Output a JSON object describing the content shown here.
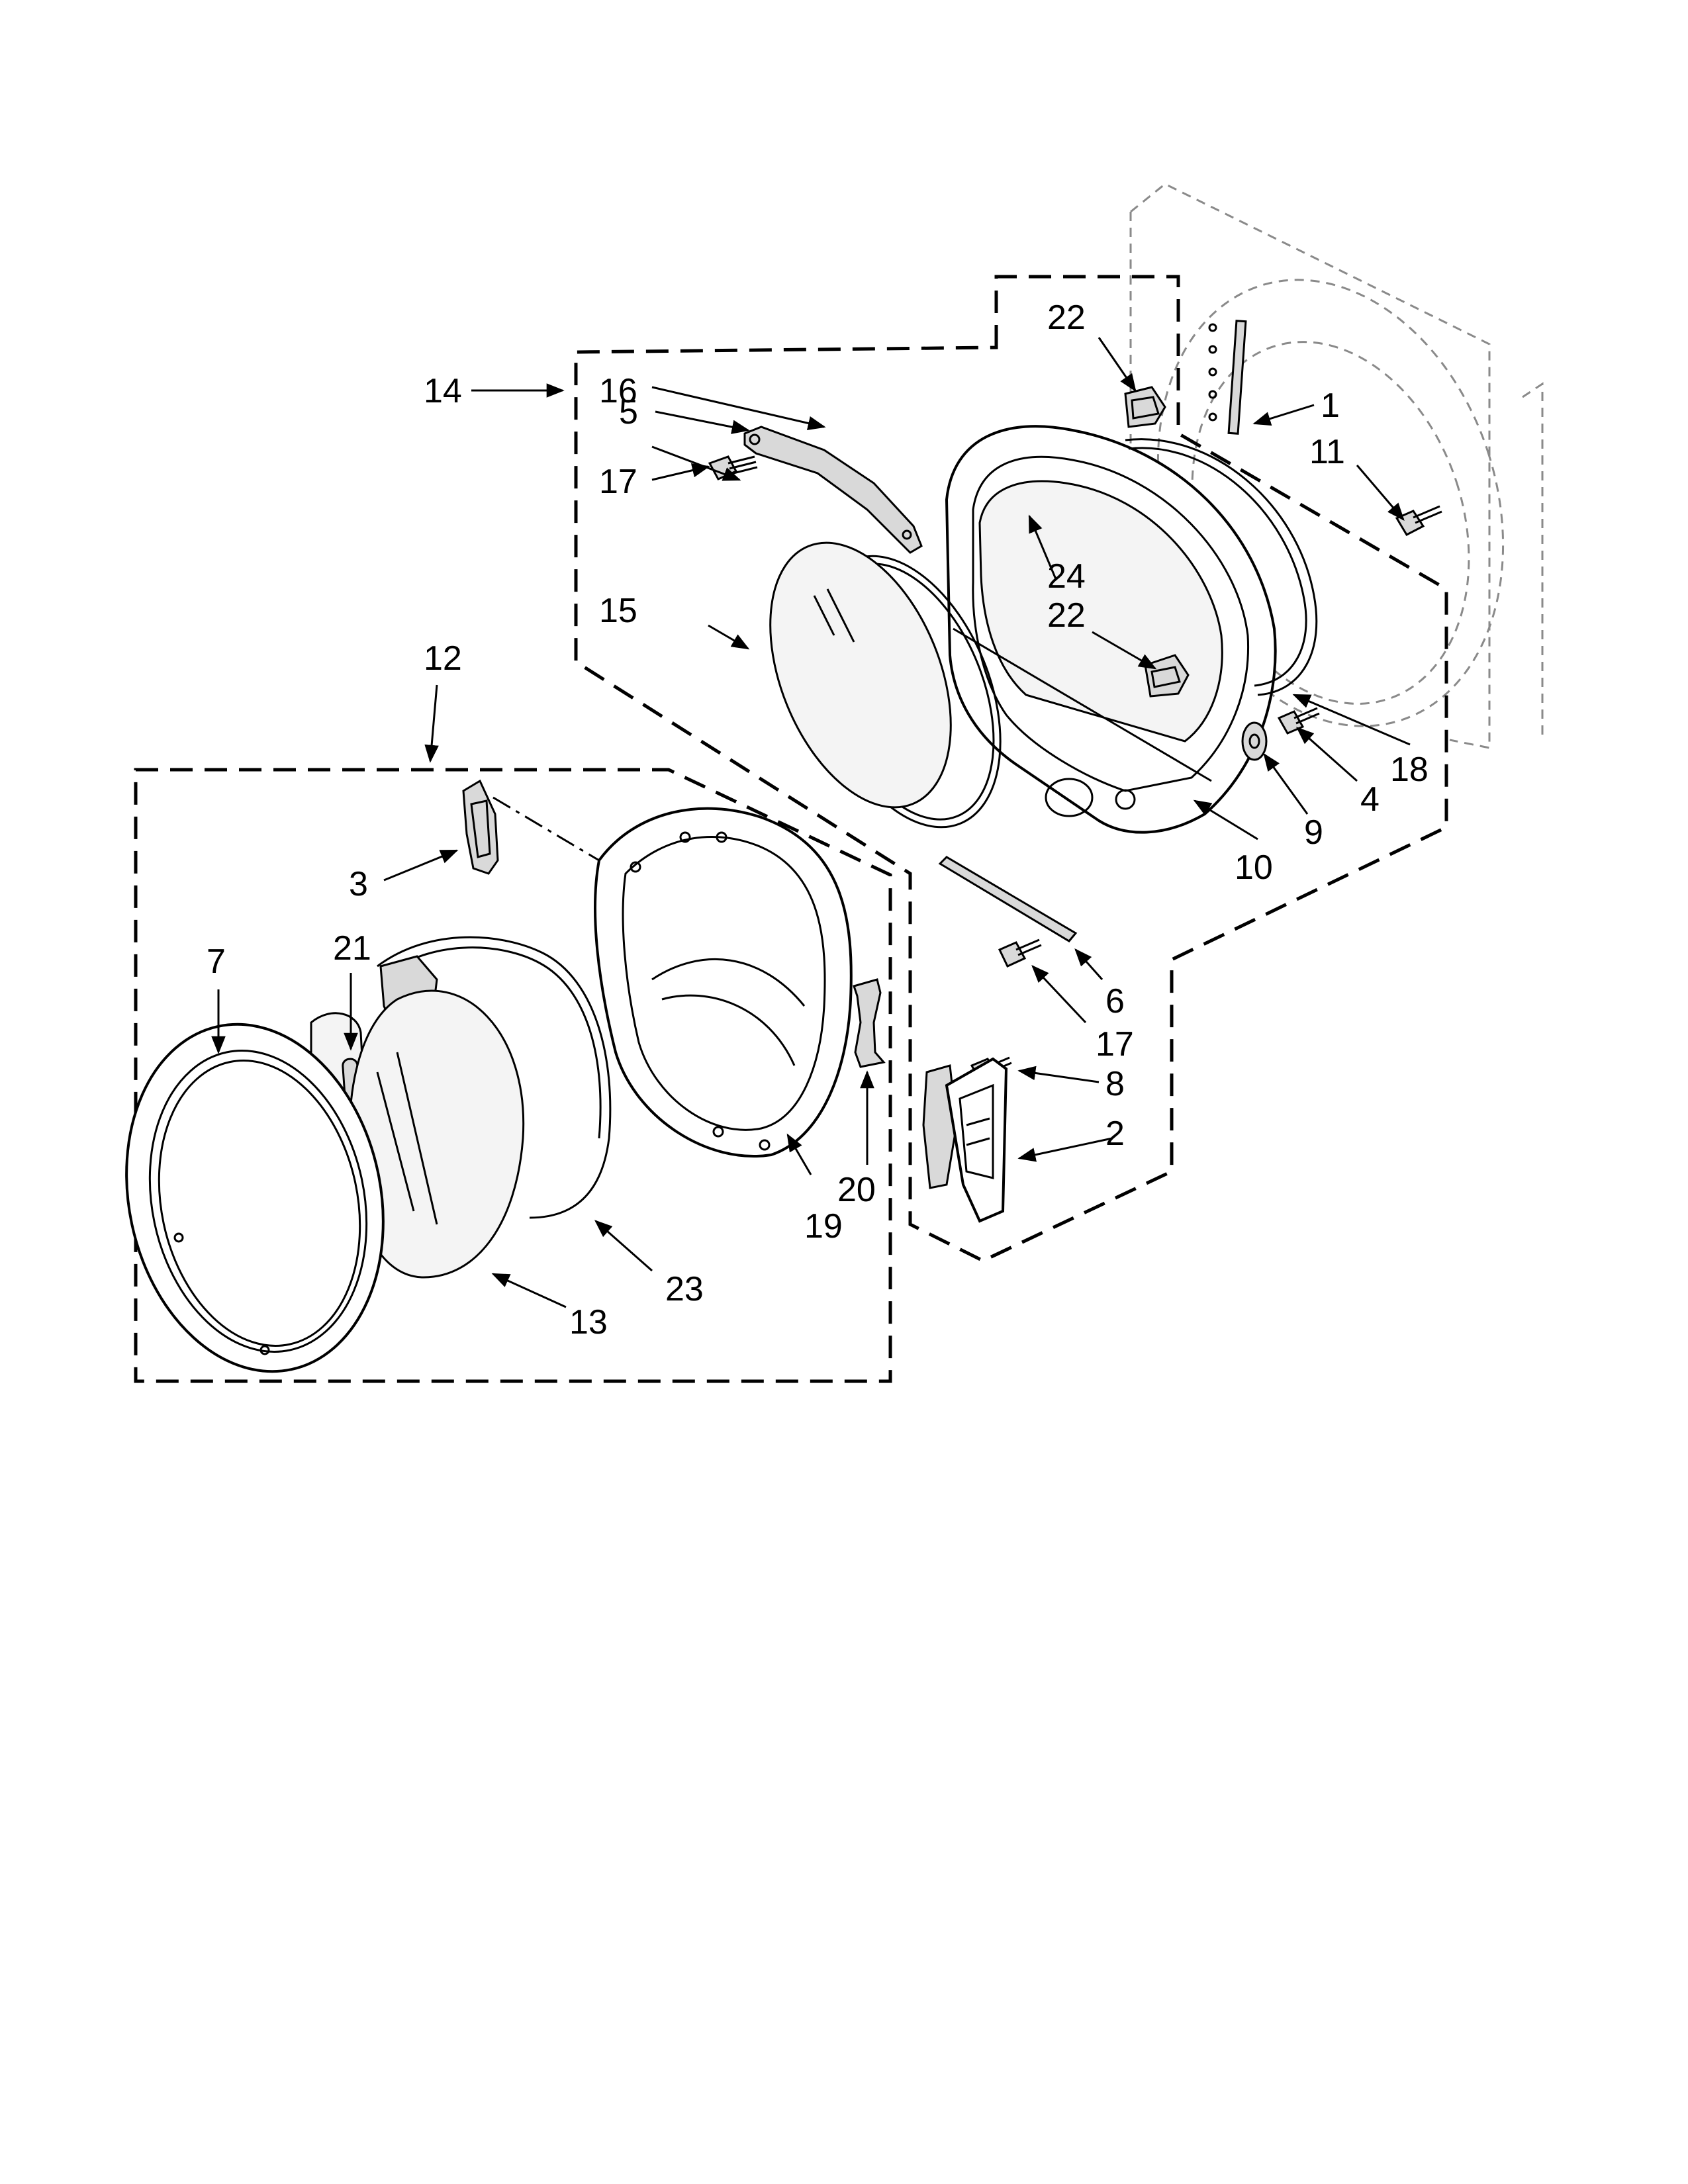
{
  "callouts": {
    "c1": "1",
    "c2": "2",
    "c3": "3",
    "c4": "4",
    "c5": "5",
    "c6": "6",
    "c7": "7",
    "c8": "8",
    "c9": "9",
    "c10": "10",
    "c11": "11",
    "c12": "12",
    "c13": "13",
    "c14": "14",
    "c15": "15",
    "c16": "16",
    "c17a": "17",
    "c17b": "17",
    "c18": "18",
    "c19": "19",
    "c20": "20",
    "c21": "21",
    "c22a": "22",
    "c22b": "22",
    "c23": "23",
    "c24": "24"
  }
}
